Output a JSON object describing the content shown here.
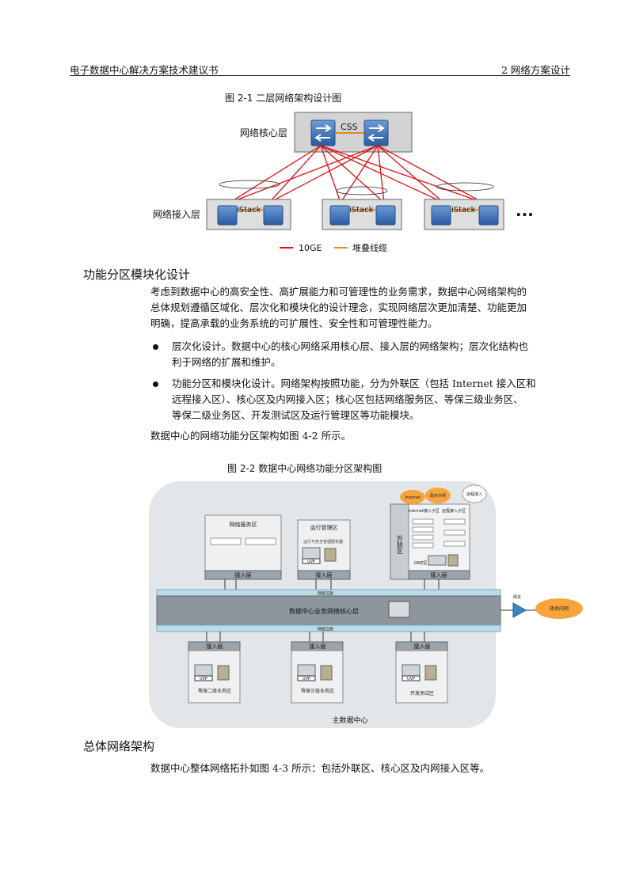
{
  "header": {
    "left": "电子数据中心解决方案技术建议书",
    "right": "2 网络方案设计"
  },
  "figure1": {
    "caption": "图 2-1  二层网络架构设计图",
    "core_label": "网络核心层",
    "css_label": "CSS",
    "access_label": "网络接入层",
    "istack_label": "iStack",
    "ellipsis": "···",
    "legend_10ge": "10GE",
    "legend_stack": "堆叠线缆",
    "colors": {
      "link": "#e01010",
      "stack": "#e8891a",
      "core_bg": "#d3d3d3",
      "access_bg": "#dedede"
    }
  },
  "section1": {
    "title": "功能分区模块化设计",
    "intro_lines": [
      "考虑到数据中心的高安全性、高扩展能力和可管理性的业务需求，数据中心网络架构的",
      "总体规划遵循区域化、层次化和模块化的设计理念，实现网络层次更加清楚、功能更加",
      "明确，提高承载的业务系统的可扩展性、安全性和可管理性能力。"
    ],
    "bullets": [
      {
        "lines": [
          "层次化设计。数据中心的核心网络采用核心层、接入层的网络架构；层次化结构也",
          "利于网络的扩展和维护。"
        ]
      },
      {
        "lines": [
          "功能分区和模块化设计。网络架构按照功能，分为外联区（包括 Internet 接入区和",
          "远程接入区）、核心区及内网接入区；核心区包括网络服务区、等保三级业务区、",
          "等保二级业务区、开发测试区及运行管理区等功能模块。"
        ]
      }
    ],
    "closing": "数据中心的网络功能分区架构如图 4-2 所示。"
  },
  "figure2": {
    "caption": "图 2-2  数据中心网络功能分区架构图",
    "network_service": "网络服务区",
    "ops_mgmt": "运行管理区",
    "ops_device": "运行与安全管理服务器",
    "external": "外联区",
    "internet": "Internet",
    "gov_ext": "政务外网",
    "remote": "远程接入",
    "internet_zone": "Internet接入子区",
    "remote_zone": "远程接入子区",
    "dmz": "DMZ区",
    "access_layer": "接入层",
    "core_layer": "数据中心业务网络核心层",
    "gateway": "网关",
    "interconnect": "网络互联",
    "intranet": "政务内网",
    "zone_l2": "等保二级业务区",
    "zone_l3": "等保三级业务区",
    "zone_dev": "开发测试区",
    "uvp": "UVP",
    "main_dc": "主数据中心"
  },
  "section2": {
    "title": "总体网络架构",
    "text": "数据中心整体网络拓扑如图 4-3 所示：包括外联区、核心区及内网接入区等。"
  }
}
